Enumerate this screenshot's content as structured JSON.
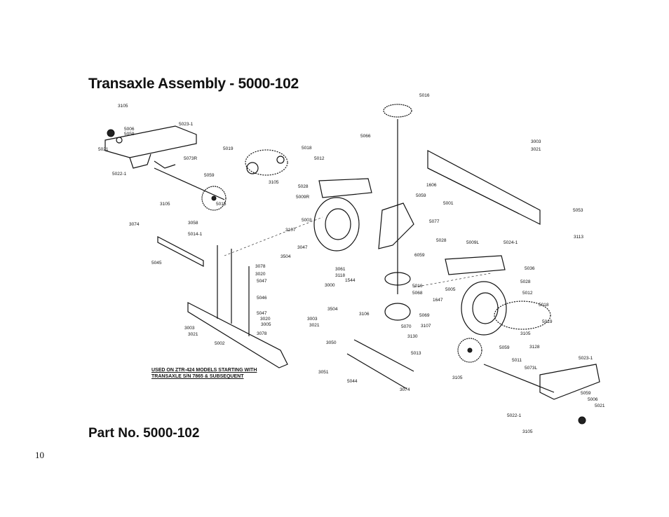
{
  "title": "Transaxle Assembly - 5000-102",
  "part_number": "Part No. 5000-102",
  "page_number": "10",
  "note": {
    "line1": "USED ON ZTR-424 MODELS STARTING WITH",
    "line2": "TRANSAXLE S/N 7865 & SUBSEQUENT"
  },
  "callouts": [
    "3105",
    "5006",
    "5059",
    "5023-1",
    "5021",
    "5073R",
    "5022-1",
    "5019",
    "5018",
    "5012",
    "5059",
    "5015",
    "3105",
    "3105",
    "5028",
    "5009R",
    "3074",
    "3058",
    "5014-1",
    "3107",
    "5003",
    "5045",
    "3047",
    "3504",
    "3078",
    "3020",
    "5047",
    "5046",
    "5047",
    "3020",
    "3005",
    "3003",
    "3021",
    "3078",
    "3003",
    "3021",
    "5002",
    "3000",
    "3061",
    "3118",
    "1544",
    "5016",
    "5068",
    "1647",
    "3504",
    "3106",
    "5069",
    "5070",
    "3130",
    "3107",
    "3050",
    "5013",
    "3051",
    "5044",
    "3074",
    "3105",
    "5066",
    "5016",
    "3003",
    "3021",
    "1606",
    "5059",
    "5001",
    "5053",
    "5077",
    "3113",
    "5028",
    "5009L",
    "5024-1",
    "6059",
    "5036",
    "5028",
    "5005",
    "5012",
    "5018",
    "5019",
    "3105",
    "5059",
    "5011",
    "5073L",
    "3128",
    "5023-1",
    "5059",
    "5006",
    "5021",
    "5022-1",
    "3105"
  ]
}
